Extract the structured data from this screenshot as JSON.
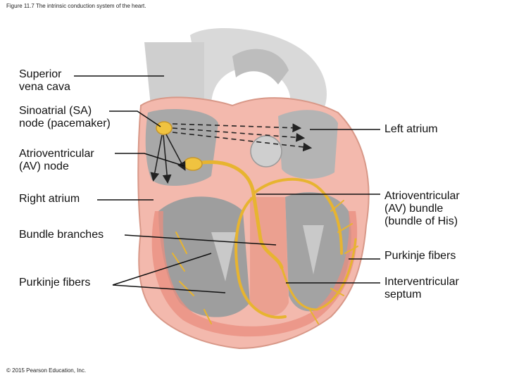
{
  "figure": {
    "caption": "Figure 11.7 The intrinsic conduction system of the heart.",
    "copyright": "© 2015 Pearson Education, Inc."
  },
  "labels": {
    "superior_vena_cava": [
      "Superior",
      "vena cava"
    ],
    "sa_node": [
      "Sinoatrial (SA)",
      "node (pacemaker)"
    ],
    "av_node": [
      "Atrioventricular",
      "(AV) node"
    ],
    "right_atrium": "Right atrium",
    "bundle_branches": "Bundle branches",
    "purkinje_left": "Purkinje fibers",
    "left_atrium": "Left atrium",
    "av_bundle": [
      "Atrioventricular",
      "(AV) bundle",
      "(bundle of His)"
    ],
    "purkinje_right": "Purkinje fibers",
    "interventricular_septum": [
      "Interventricular",
      "septum"
    ]
  },
  "colors": {
    "tissue_outer": "#f3b9ad",
    "tissue_inner": "#e98e7f",
    "chamber_gray": "#9a9a9a",
    "vessel_gray": "#d4d4d4",
    "conduction_yellow": "#e7b430",
    "node_yellow": "#f0c340"
  }
}
